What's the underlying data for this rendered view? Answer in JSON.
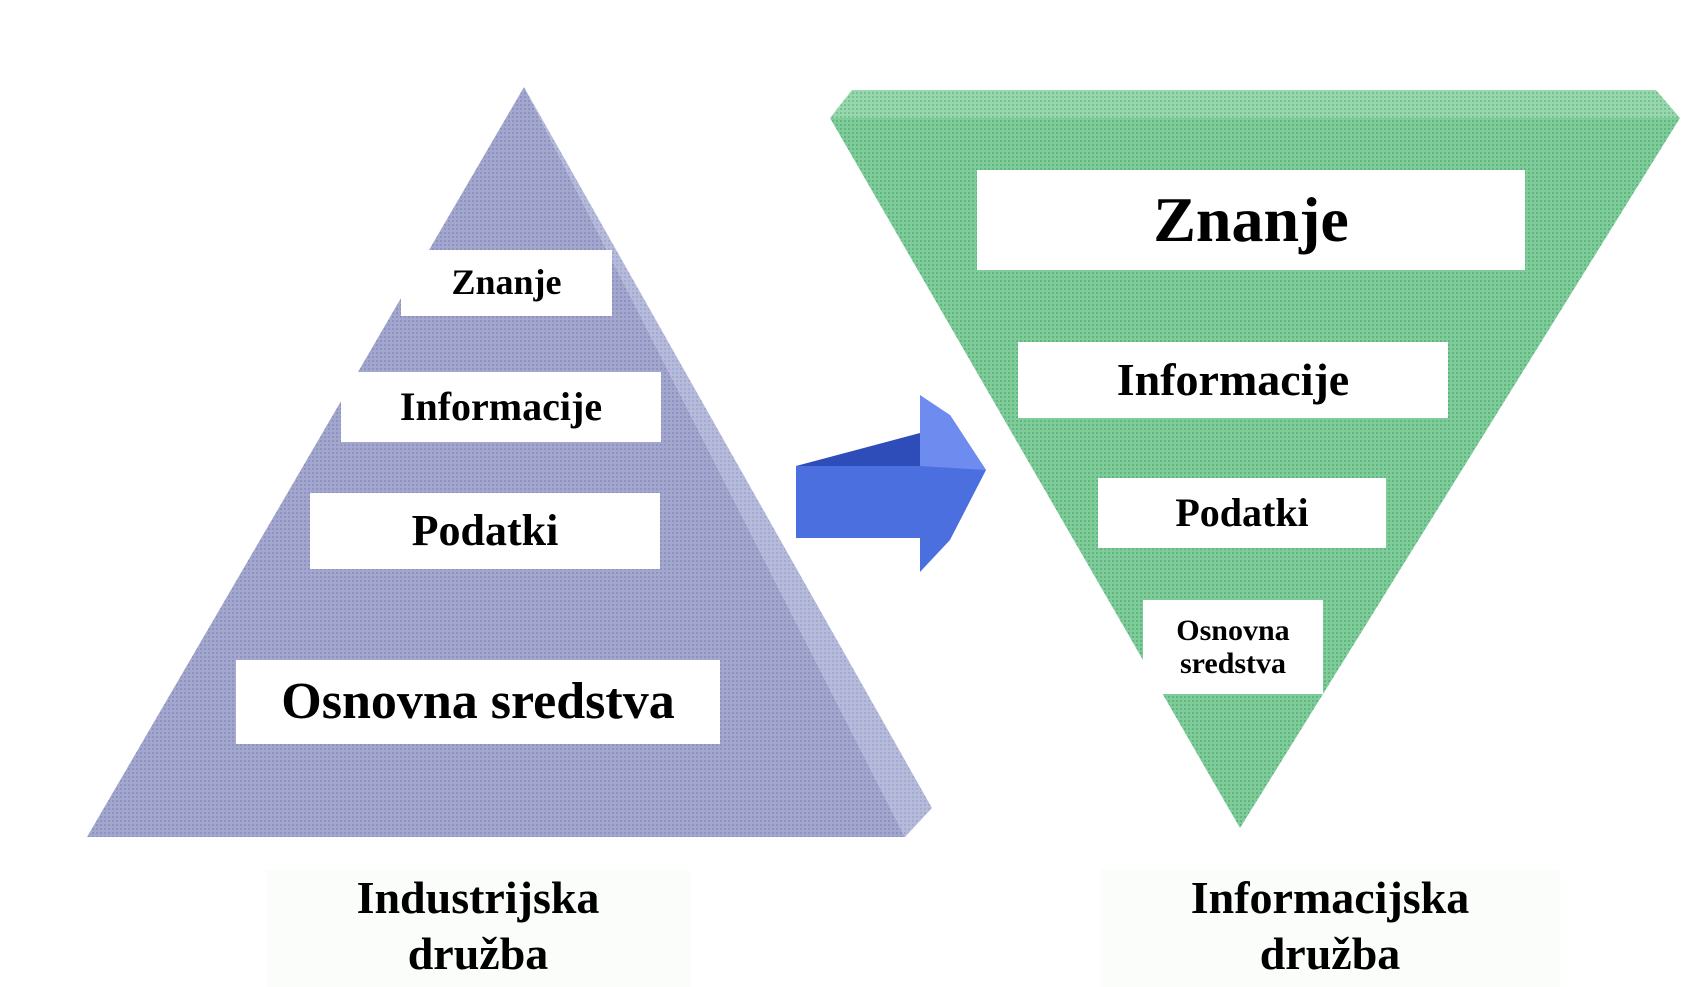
{
  "colors": {
    "pyramid_fill": "#9da0c8",
    "pyramid_shade": "#b4b8d8",
    "inverted_fill": "#79c796",
    "inverted_top": "#8fd3a8",
    "arrow": "#3f5fd0",
    "arrow_shade": "#2a3fa6"
  },
  "icons": {
    "arrow": "arrow-right-icon"
  },
  "industrial": {
    "levels": [
      "Znanje",
      "Informacije",
      "Podatki",
      "Osnovna sredstva"
    ],
    "caption_line1": "Industrijska",
    "caption_line2": "družba"
  },
  "information": {
    "levels": [
      "Znanje",
      "Informacije",
      "Podatki",
      "Osnovna",
      "sredstva"
    ],
    "caption_line1": "Informacijska",
    "caption_line2": "družba"
  }
}
